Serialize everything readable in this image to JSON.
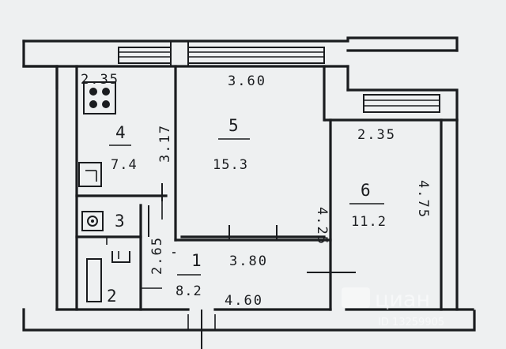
{
  "rooms": [
    {
      "number": "1",
      "area": "8.2"
    },
    {
      "number": "2"
    },
    {
      "number": "3"
    },
    {
      "number": "4",
      "area": "7.4"
    },
    {
      "number": "5",
      "area": "15.3"
    },
    {
      "number": "6",
      "area": "11.2"
    }
  ],
  "dimensions": {
    "kitchen_top": "2.35",
    "room5_top": "3.60",
    "room6_top": "2.35",
    "kitchen_height": "3.17",
    "room5_height": "4.25",
    "room6_height": "4.75",
    "hall_height": "2.65",
    "room5_bottom": "3.80",
    "hall_width": "4.60"
  },
  "watermark": {
    "brand": "циан",
    "id": "ID 13259905"
  },
  "icons": [
    "stove-icon",
    "sink-icon",
    "bathtub-icon",
    "washbasin-icon",
    "toilet-icon"
  ]
}
